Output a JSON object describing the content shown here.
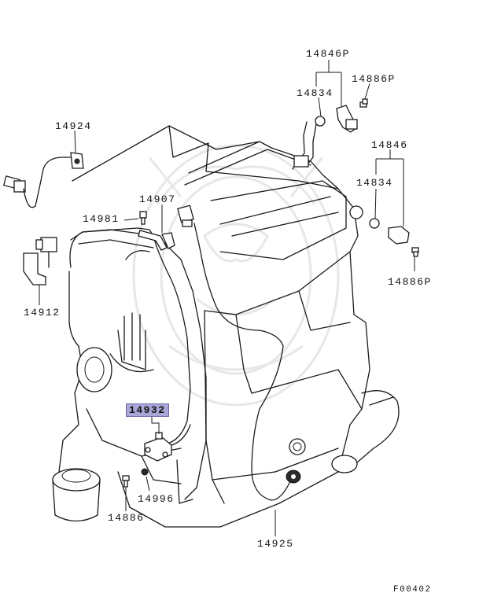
{
  "figure_id": "F00402",
  "highlight_color": "#a9a6d8",
  "callouts": {
    "p14846P": "14846P",
    "p14834_top": "14834",
    "p14886P_top": "14886P",
    "p14924": "14924",
    "p14846": "14846",
    "p14834_right": "14834",
    "p14907": "14907",
    "p14981": "14981",
    "p14886P_right": "14886P",
    "p14912": "14912",
    "p14932": "14932",
    "p14996": "14996",
    "p14886": "14886",
    "p14925": "14925"
  }
}
